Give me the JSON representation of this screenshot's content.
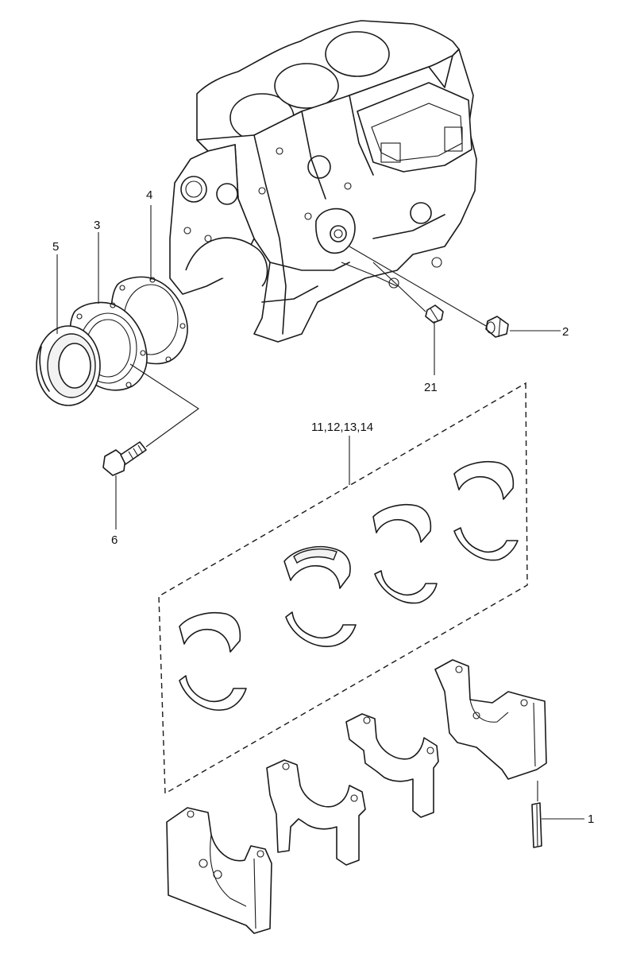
{
  "callouts": {
    "c1": "1",
    "c2": "2",
    "c3": "3",
    "c4": "4",
    "c5": "5",
    "c6": "6",
    "c21": "21",
    "c11_14": "11,12,13,14"
  }
}
